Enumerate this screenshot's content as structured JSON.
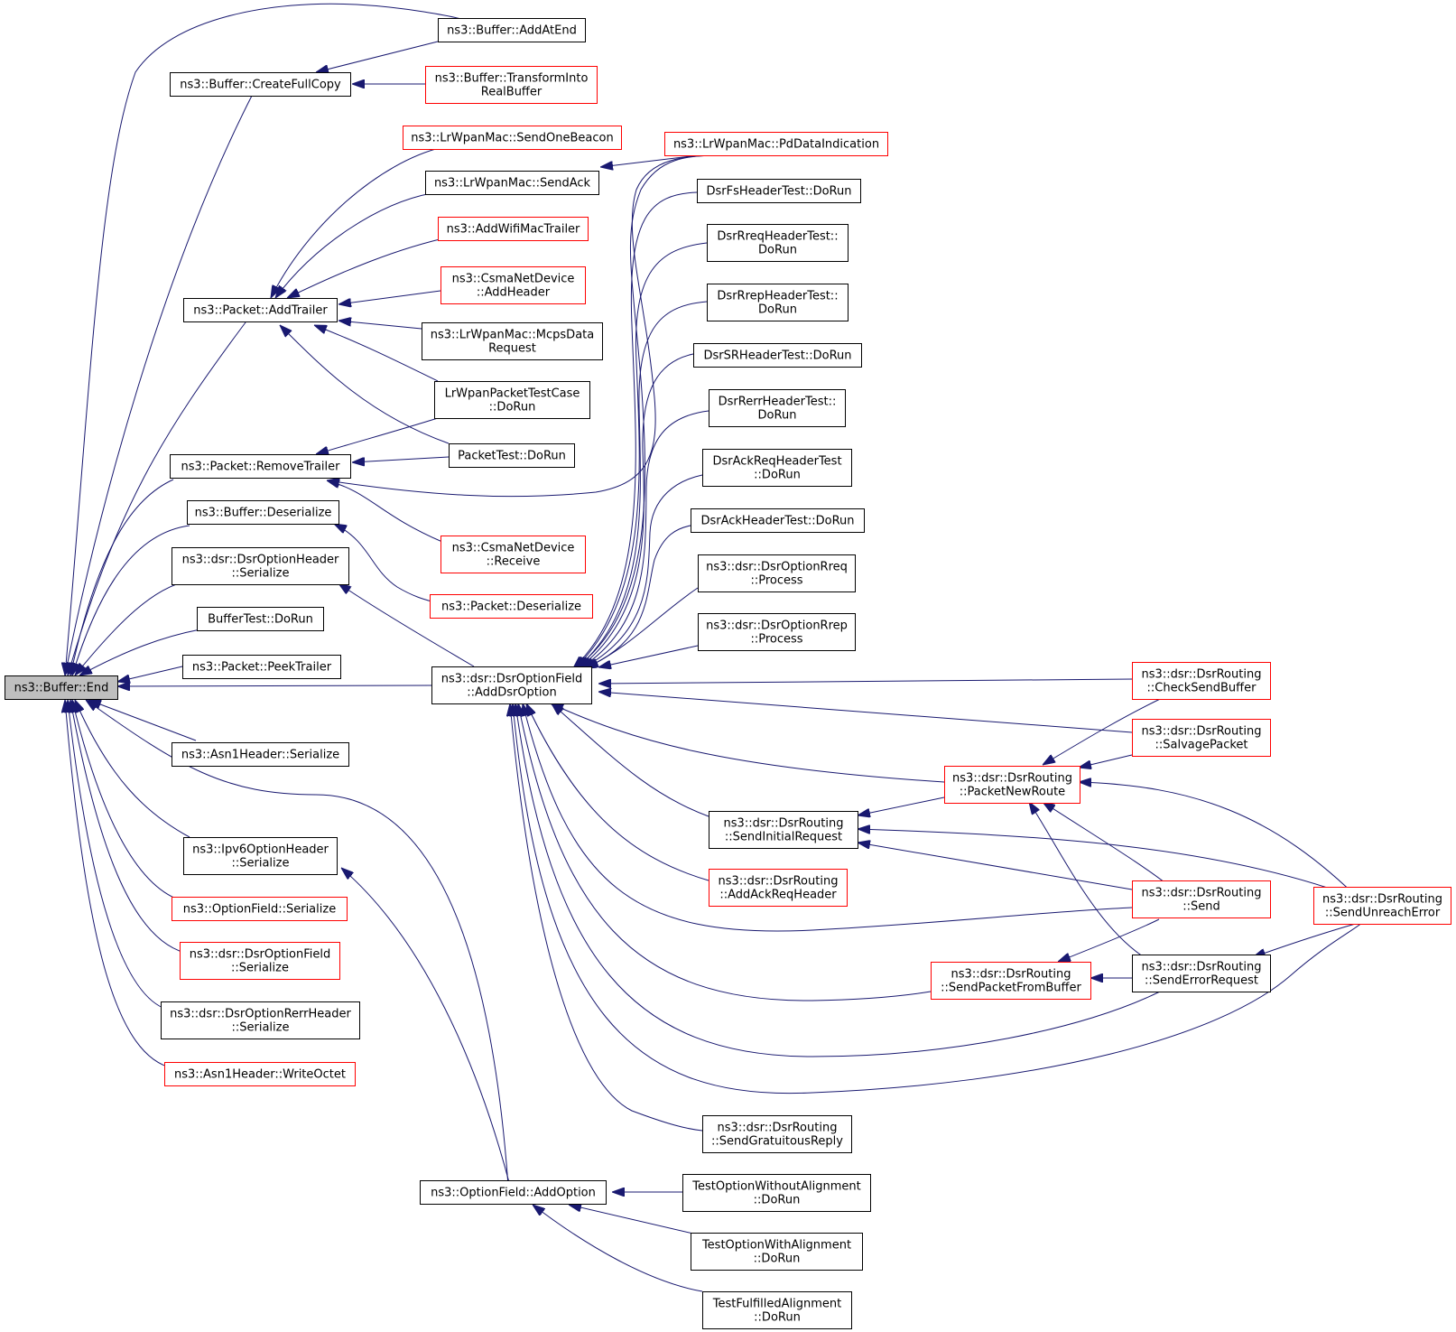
{
  "colors": {
    "edge": "#191970",
    "border_normal": "#000000",
    "border_truncated": "#ff0000",
    "root_fill": "#bfbfbf",
    "node_fill": "#ffffff"
  },
  "nodes": [
    {
      "id": "end",
      "lines": [
        "ns3::Buffer::End"
      ],
      "style": "root"
    },
    {
      "id": "addatend",
      "lines": [
        "ns3::Buffer::AddAtEnd"
      ],
      "style": "normal"
    },
    {
      "id": "createfullcopy",
      "lines": [
        "ns3::Buffer::CreateFullCopy"
      ],
      "style": "normal"
    },
    {
      "id": "transforminto",
      "lines": [
        "ns3::Buffer::TransformInto",
        "RealBuffer"
      ],
      "style": "truncated"
    },
    {
      "id": "sendonebeacon",
      "lines": [
        "ns3::LrWpanMac::SendOneBeacon"
      ],
      "style": "truncated"
    },
    {
      "id": "pddataindication",
      "lines": [
        "ns3::LrWpanMac::PdDataIndication"
      ],
      "style": "truncated"
    },
    {
      "id": "sendack",
      "lines": [
        "ns3::LrWpanMac::SendAck"
      ],
      "style": "normal"
    },
    {
      "id": "dsrfs",
      "lines": [
        "DsrFsHeaderTest::DoRun"
      ],
      "style": "normal"
    },
    {
      "id": "addwifimactrailer",
      "lines": [
        "ns3::AddWifiMacTrailer"
      ],
      "style": "truncated"
    },
    {
      "id": "dsrrreq",
      "lines": [
        "DsrRreqHeaderTest::",
        "DoRun"
      ],
      "style": "normal"
    },
    {
      "id": "csmaaddheader",
      "lines": [
        "ns3::CsmaNetDevice",
        "::AddHeader"
      ],
      "style": "truncated"
    },
    {
      "id": "dsrrrep",
      "lines": [
        "DsrRrepHeaderTest::",
        "DoRun"
      ],
      "style": "normal"
    },
    {
      "id": "addtrailer",
      "lines": [
        "ns3::Packet::AddTrailer"
      ],
      "style": "normal"
    },
    {
      "id": "mcpsdatarequest",
      "lines": [
        "ns3::LrWpanMac::McpsData",
        "Request"
      ],
      "style": "normal"
    },
    {
      "id": "dsrsr",
      "lines": [
        "DsrSRHeaderTest::DoRun"
      ],
      "style": "normal"
    },
    {
      "id": "lrwpanpackettest",
      "lines": [
        "LrWpanPacketTestCase",
        "::DoRun"
      ],
      "style": "normal"
    },
    {
      "id": "dsrrerr",
      "lines": [
        "DsrRerrHeaderTest::",
        "DoRun"
      ],
      "style": "normal"
    },
    {
      "id": "packettest",
      "lines": [
        "PacketTest::DoRun"
      ],
      "style": "normal"
    },
    {
      "id": "removetrailer",
      "lines": [
        "ns3::Packet::RemoveTrailer"
      ],
      "style": "normal"
    },
    {
      "id": "dsrackreq",
      "lines": [
        "DsrAckReqHeaderTest",
        "::DoRun"
      ],
      "style": "normal"
    },
    {
      "id": "bufferdeserialize",
      "lines": [
        "ns3::Buffer::Deserialize"
      ],
      "style": "normal"
    },
    {
      "id": "dsrack",
      "lines": [
        "DsrAckHeaderTest::DoRun"
      ],
      "style": "normal"
    },
    {
      "id": "csmareceive",
      "lines": [
        "ns3::CsmaNetDevice",
        "::Receive"
      ],
      "style": "truncated"
    },
    {
      "id": "dsroptionheaderserialize",
      "lines": [
        "ns3::dsr::DsrOptionHeader",
        "::Serialize"
      ],
      "style": "normal"
    },
    {
      "id": "rreqprocess",
      "lines": [
        "ns3::dsr::DsrOptionRreq",
        "::Process"
      ],
      "style": "normal"
    },
    {
      "id": "packetdeserialize",
      "lines": [
        "ns3::Packet::Deserialize"
      ],
      "style": "truncated"
    },
    {
      "id": "buffertest",
      "lines": [
        "BufferTest::DoRun"
      ],
      "style": "normal"
    },
    {
      "id": "rrepprocess",
      "lines": [
        "ns3::dsr::DsrOptionRrep",
        "::Process"
      ],
      "style": "normal"
    },
    {
      "id": "peektrailer",
      "lines": [
        "ns3::Packet::PeekTrailer"
      ],
      "style": "normal"
    },
    {
      "id": "adddsroption",
      "lines": [
        "ns3::dsr::DsrOptionField",
        "::AddDsrOption"
      ],
      "style": "normal"
    },
    {
      "id": "checksendbuffer",
      "lines": [
        "ns3::dsr::DsrRouting",
        "::CheckSendBuffer"
      ],
      "style": "truncated"
    },
    {
      "id": "salvagepacket",
      "lines": [
        "ns3::dsr::DsrRouting",
        "::SalvagePacket"
      ],
      "style": "truncated"
    },
    {
      "id": "asn1serialize",
      "lines": [
        "ns3::Asn1Header::Serialize"
      ],
      "style": "normal"
    },
    {
      "id": "packetnewroute",
      "lines": [
        "ns3::dsr::DsrRouting",
        "::PacketNewRoute"
      ],
      "style": "truncated"
    },
    {
      "id": "sendinitialrequest",
      "lines": [
        "ns3::dsr::DsrRouting",
        "::SendInitialRequest"
      ],
      "style": "normal"
    },
    {
      "id": "ipv6optionheaderserialize",
      "lines": [
        "ns3::Ipv6OptionHeader",
        "::Serialize"
      ],
      "style": "normal"
    },
    {
      "id": "addackreqheader",
      "lines": [
        "ns3::dsr::DsrRouting",
        "::AddAckReqHeader"
      ],
      "style": "truncated"
    },
    {
      "id": "send",
      "lines": [
        "ns3::dsr::DsrRouting",
        "::Send"
      ],
      "style": "truncated"
    },
    {
      "id": "sendunreacherror",
      "lines": [
        "ns3::dsr::DsrRouting",
        "::SendUnreachError"
      ],
      "style": "truncated"
    },
    {
      "id": "optionfieldserialize",
      "lines": [
        "ns3::OptionField::Serialize"
      ],
      "style": "truncated"
    },
    {
      "id": "dsroptionfieldserialize",
      "lines": [
        "ns3::dsr::DsrOptionField",
        "::Serialize"
      ],
      "style": "truncated"
    },
    {
      "id": "sendpacketfrombuffer",
      "lines": [
        "ns3::dsr::DsrRouting",
        "::SendPacketFromBuffer"
      ],
      "style": "truncated"
    },
    {
      "id": "senderrorrequest",
      "lines": [
        "ns3::dsr::DsrRouting",
        "::SendErrorRequest"
      ],
      "style": "normal"
    },
    {
      "id": "dsroptionrerrheaderserialize",
      "lines": [
        "ns3::dsr::DsrOptionRerrHeader",
        "::Serialize"
      ],
      "style": "normal"
    },
    {
      "id": "writeoctet",
      "lines": [
        "ns3::Asn1Header::WriteOctet"
      ],
      "style": "truncated"
    },
    {
      "id": "sendgratuitousreply",
      "lines": [
        "ns3::dsr::DsrRouting",
        "::SendGratuitousReply"
      ],
      "style": "normal"
    },
    {
      "id": "addoption",
      "lines": [
        "ns3::OptionField::AddOption"
      ],
      "style": "normal"
    },
    {
      "id": "testoptionwithout",
      "lines": [
        "TestOptionWithoutAlignment",
        "::DoRun"
      ],
      "style": "normal"
    },
    {
      "id": "testoptionwith",
      "lines": [
        "TestOptionWithAlignment",
        "::DoRun"
      ],
      "style": "normal"
    },
    {
      "id": "testfulfilled",
      "lines": [
        "TestFulfilledAlignment",
        "::DoRun"
      ],
      "style": "normal"
    }
  ]
}
